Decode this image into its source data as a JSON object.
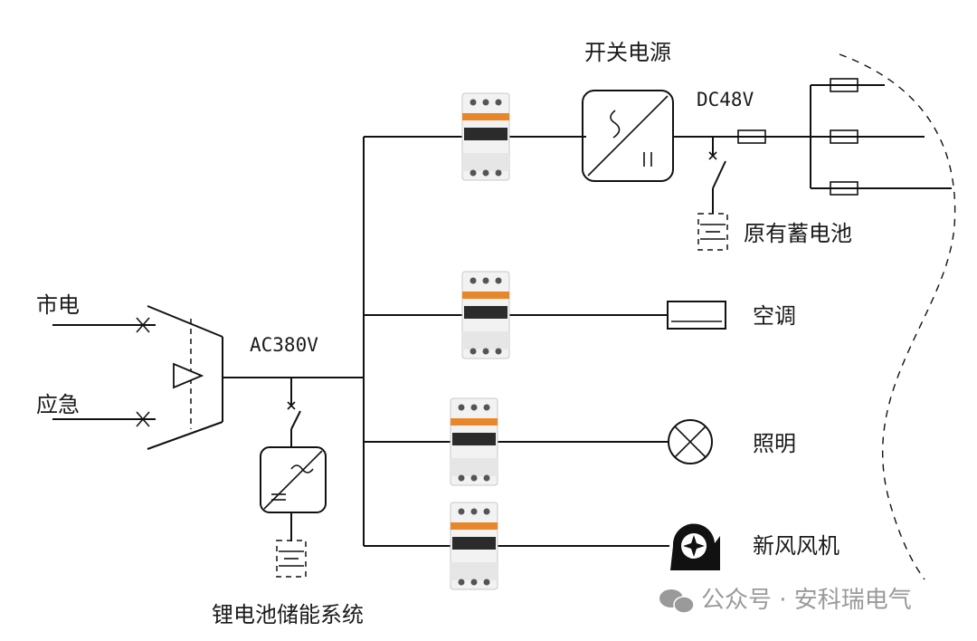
{
  "labels": {
    "grid": "市电",
    "emergency": "应急",
    "ac_bus": "AC380V",
    "lithium_system": "锂电池储能系统",
    "switching_psu": "开关电源",
    "dc_bus": "DC48V",
    "existing_battery": "原有蓄电池",
    "air_conditioner": "空调",
    "lighting": "照明",
    "fresh_air_fan": "新风风机"
  },
  "watermark": {
    "text": "公众号 · 安科瑞电气"
  },
  "colors": {
    "line": "#111111",
    "breaker_accent": "#e8862a",
    "watermark": "#9a9a9a"
  },
  "icons": [
    "breaker-icon",
    "rectifier-icon",
    "inverter-icon",
    "battery-icon",
    "fuse-icon",
    "lamp-icon",
    "fan-icon",
    "ac-unit-icon",
    "ats-switch-icon",
    "wechat-icon"
  ]
}
